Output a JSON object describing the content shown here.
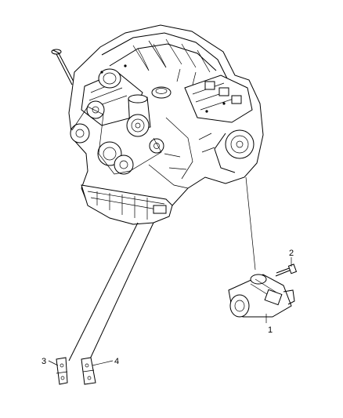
{
  "diagram": {
    "callouts": [
      {
        "id": "1",
        "label": "1",
        "part": "starter-motor"
      },
      {
        "id": "2",
        "label": "2",
        "part": "bolt"
      },
      {
        "id": "3",
        "label": "3",
        "part": "bracket-left"
      },
      {
        "id": "4",
        "label": "4",
        "part": "bracket-right"
      }
    ]
  }
}
